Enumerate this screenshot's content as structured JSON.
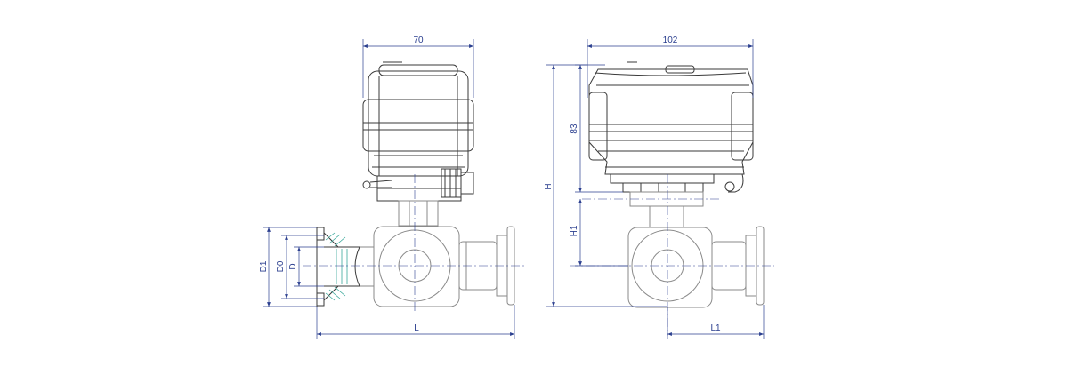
{
  "colors": {
    "outline": "#3a3a3a",
    "light_outline": "#8a8a8a",
    "dimension": "#2b3f8f",
    "centerline": "#2b3f8f",
    "hatch": "#3aa89b",
    "background": "#ffffff"
  },
  "dimensions": {
    "front_width": "70",
    "side_width": "102",
    "actuator_height": "83",
    "total_height": "H",
    "stem_height": "H1",
    "flange_outer_diameter": "D1",
    "flange_diameter": "D0",
    "bore_diameter": "D",
    "overall_length": "L",
    "half_length": "L1"
  }
}
